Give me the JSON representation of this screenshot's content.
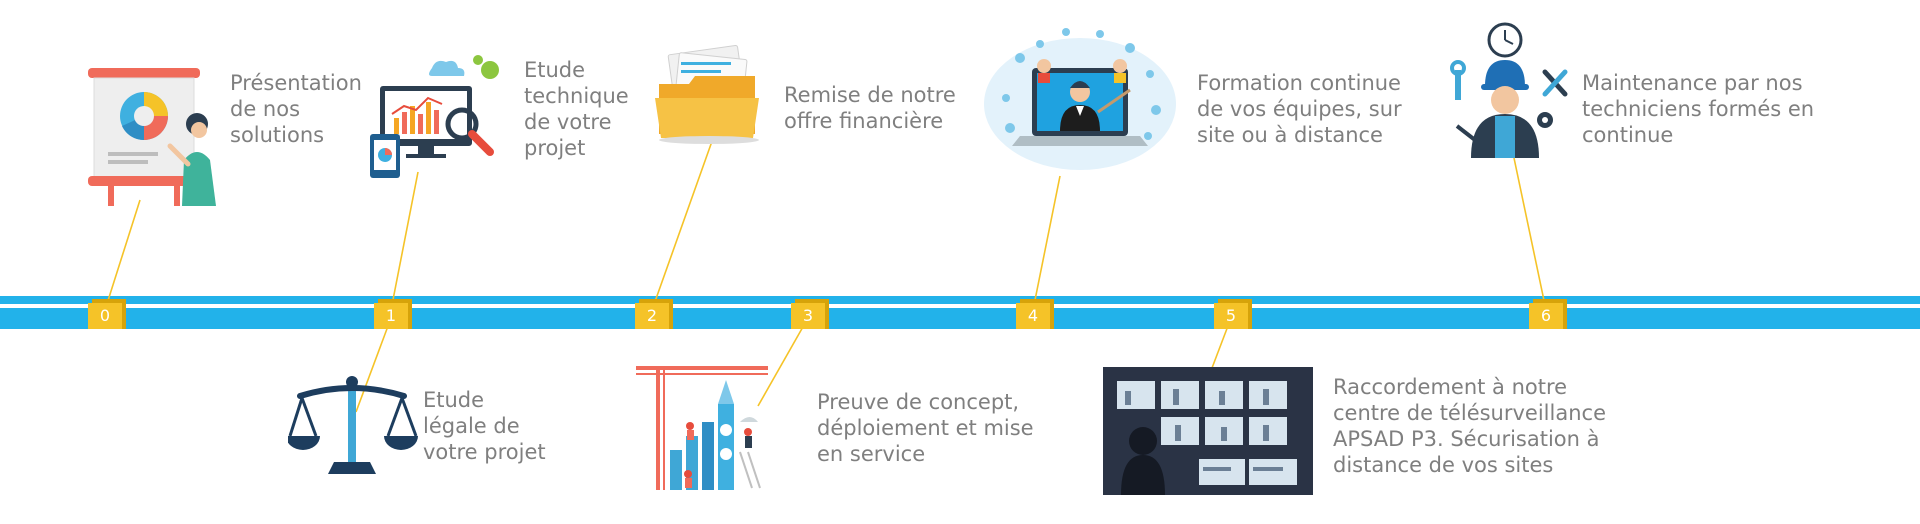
{
  "colors": {
    "band": "#22b2ea",
    "band_dark": "#1b9fd3",
    "marker": "#f5c328",
    "marker_shade": "#d6a30a",
    "connector": "#f5c328",
    "text": "#7f7f7f"
  },
  "steps": [
    {
      "number": "0",
      "icon": "presentation-icon",
      "lines": [
        "Présentation",
        "de nos",
        "solutions"
      ]
    },
    {
      "number": "1",
      "icon": "dashboard-analysis-icon",
      "lines": [
        "Etude",
        "technique",
        "de votre",
        "projet"
      ]
    },
    {
      "number": "1",
      "icon": "scales-of-justice-icon",
      "lines": [
        "Etude",
        "légale de",
        "votre projet"
      ]
    },
    {
      "number": "2",
      "icon": "folder-icon",
      "lines": [
        "Remise de notre",
        "offre financière"
      ]
    },
    {
      "number": "3",
      "icon": "construction-icon",
      "lines": [
        "Preuve de concept,",
        "déploiement et mise",
        "en service"
      ]
    },
    {
      "number": "4",
      "icon": "online-training-icon",
      "lines": [
        "Formation continue",
        "de vos équipes, sur",
        "site ou à distance"
      ]
    },
    {
      "number": "5",
      "icon": "surveillance-center-icon",
      "lines": [
        "Raccordement à notre",
        "centre de télésurveillance",
        "APSAD P3. Sécurisation à",
        "distance de vos sites"
      ]
    },
    {
      "number": "6",
      "icon": "technician-icon",
      "lines": [
        "Maintenance par nos",
        "techniciens formés en",
        "continue"
      ]
    }
  ]
}
